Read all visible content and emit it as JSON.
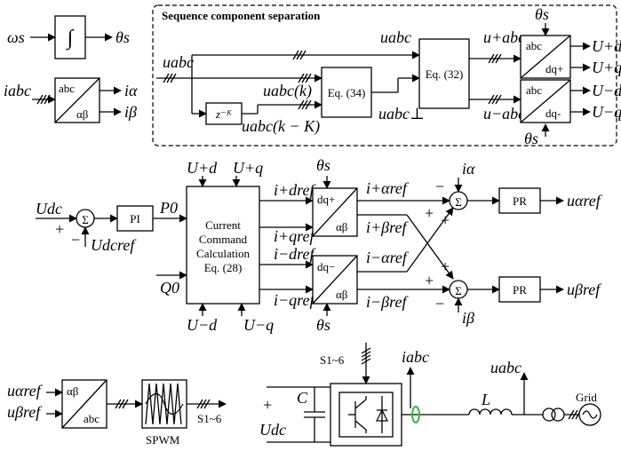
{
  "integrator": {
    "in": "ωs",
    "out": "θs",
    "symbol": "∫"
  },
  "clarke": {
    "in": "iabc",
    "top": "abc",
    "bottom": "αβ",
    "out1": "iα",
    "out2": "iβ"
  },
  "separation": {
    "title": "Sequence component separation",
    "input": "uabc",
    "delay": "z⁻ᴷ",
    "uk": "uabc(k)",
    "ukk": "uabc(k − K)",
    "eq34": "Eq. (34)",
    "eq32": "Eq. (32)",
    "u_top": "uabc",
    "u_perp": "uabc⊥",
    "u_plus": "u+abc",
    "u_minus": "u−abc",
    "theta": "θs",
    "pos_block": {
      "top": "abc",
      "bottom": "dq+"
    },
    "neg_block": {
      "top": "abc",
      "bottom": "dq-"
    },
    "ud_plus": "U+d",
    "uq_plus": "U+q",
    "ud_minus": "U−d",
    "uq_minus": "U−q"
  },
  "control": {
    "udc": "Udc",
    "udcref": "Udcref",
    "plus": "+",
    "minus": "−",
    "pi": "PI",
    "p0": "P0",
    "q0": "Q0",
    "ccc": [
      "Current",
      "Command",
      "Calculation",
      "Eq. (28)"
    ],
    "ud_plus": "U+d",
    "uq_plus": "U+q",
    "ud_minus": "U−d",
    "uq_minus": "U−q",
    "idref_p": "i+dref",
    "iqref_p": "i+qref",
    "idref_n": "i−dref",
    "iqref_n": "i−qref",
    "dqp": {
      "top": "dq+",
      "bottom": "αβ"
    },
    "dqn": {
      "top": "dq−",
      "bottom": "αβ"
    },
    "theta": "θs",
    "iaref_p": "i+αref",
    "ibref_p": "i+βref",
    "iaref_n": "i−αref",
    "ibref_n": "i−βref",
    "ialpha": "iα",
    "ibeta": "iβ",
    "pr": "PR",
    "uaref": "uαref",
    "ubref": "uβref"
  },
  "power": {
    "uaref": "uαref",
    "ubref": "uβref",
    "inv": {
      "top": "αβ",
      "bottom": "abc"
    },
    "spwm": "SPWM",
    "s16": "S1~6",
    "plus": "+",
    "udc": "Udc",
    "cap": "C",
    "iabc": "iabc",
    "uabc": "uabc",
    "l": "L",
    "grid": "Grid"
  }
}
